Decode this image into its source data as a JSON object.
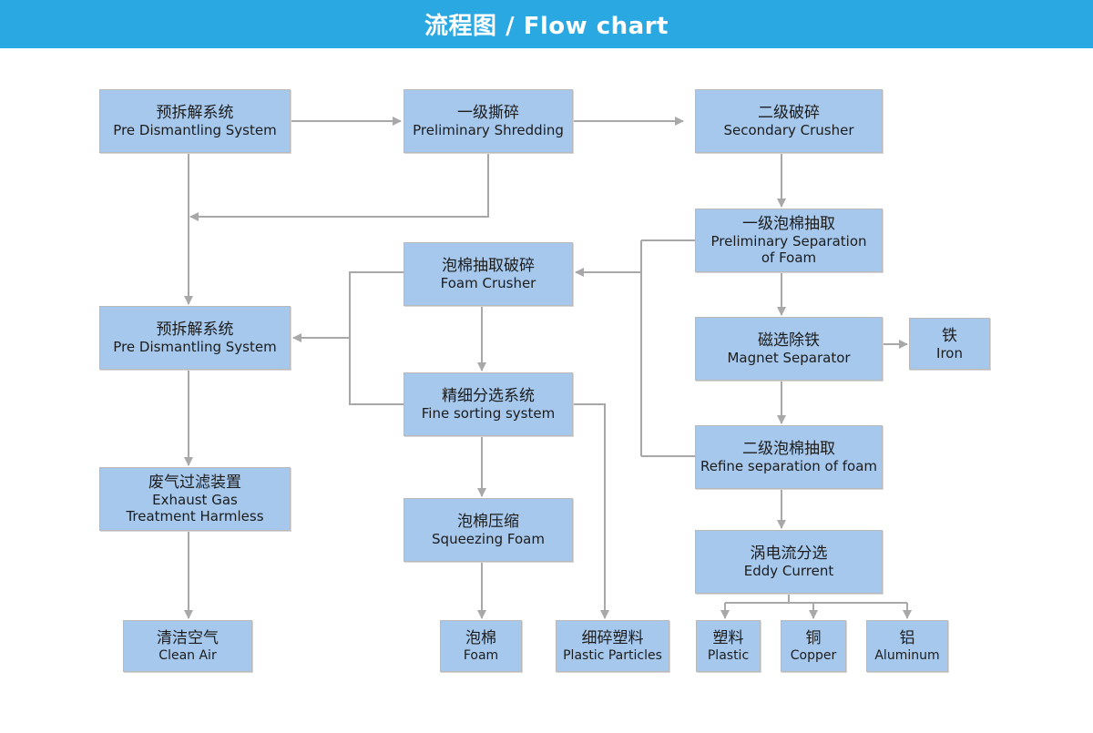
{
  "header": {
    "title": "流程图 / Flow chart"
  },
  "nodes": {
    "pre_dismantling_1": {
      "zh": "预拆解系统",
      "en": "Pre Dismantling System"
    },
    "preliminary_shredding": {
      "zh": "一级撕碎",
      "en": "Preliminary Shredding"
    },
    "secondary_crusher": {
      "zh": "二级破碎",
      "en": "Secondary Crusher"
    },
    "preliminary_separation": {
      "zh": "一级泡棉抽取",
      "en1": "Preliminary Separation",
      "en2": "of Foam"
    },
    "foam_crusher": {
      "zh": "泡棉抽取破碎",
      "en": "Foam Crusher"
    },
    "pre_dismantling_2": {
      "zh": "预拆解系统",
      "en": "Pre Dismantling System"
    },
    "magnet_separator": {
      "zh": "磁选除铁",
      "en": "Magnet Separator"
    },
    "iron": {
      "zh": "铁",
      "en": "Iron"
    },
    "fine_sorting": {
      "zh": "精细分选系统",
      "en": "Fine sorting system"
    },
    "exhaust_gas": {
      "zh": "废气过滤装置",
      "en1": "Exhaust Gas",
      "en2": "Treatment Harmless"
    },
    "refine_separation": {
      "zh": "二级泡棉抽取",
      "en": "Refine separation of foam"
    },
    "squeezing_foam": {
      "zh": "泡棉压缩",
      "en": "Squeezing Foam"
    },
    "eddy_current": {
      "zh": "涡电流分选",
      "en": "Eddy Current"
    },
    "clean_air": {
      "zh": "清洁空气",
      "en": "Clean Air"
    },
    "foam": {
      "zh": "泡棉",
      "en": "Foam"
    },
    "plastic_particles": {
      "zh": "细碎塑料",
      "en": "Plastic Particles"
    },
    "plastic": {
      "zh": "塑料",
      "en": "Plastic"
    },
    "copper": {
      "zh": "铜",
      "en": "Copper"
    },
    "aluminum": {
      "zh": "铝",
      "en": "Aluminum"
    }
  },
  "colors": {
    "header_bg": "#2aa8e2",
    "node_fill": "#a6c8ed",
    "connector": "#a8a8a8"
  }
}
